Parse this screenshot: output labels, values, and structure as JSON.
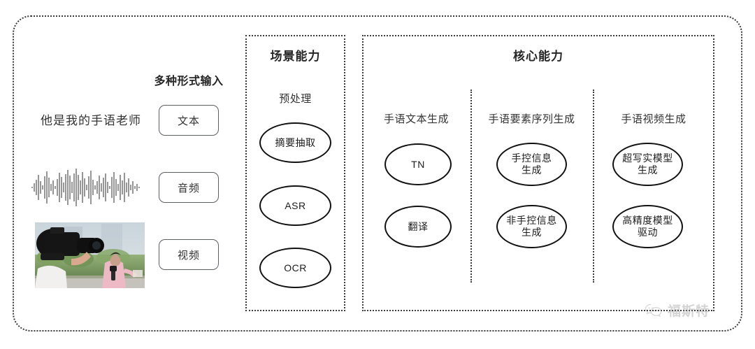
{
  "diagram": {
    "input_section": {
      "caption": "多种形式输入",
      "sample_text": "他是我的手语老师",
      "modalities": [
        {
          "label": "文本",
          "media": "text-sample"
        },
        {
          "label": "音频",
          "media": "audio-waveform"
        },
        {
          "label": "视频",
          "media": "video-thumbnail"
        }
      ]
    },
    "scene_panel": {
      "title": "场景能力",
      "subtitle": "预处理",
      "nodes": [
        "摘要抽取",
        "ASR",
        "OCR"
      ]
    },
    "core_panel": {
      "title": "核心能力",
      "columns": [
        {
          "header": "手语文本生成",
          "nodes": [
            {
              "line1": "TN",
              "line2": ""
            },
            {
              "line1": "翻译",
              "line2": ""
            }
          ]
        },
        {
          "header": "手语要素序列生成",
          "nodes": [
            {
              "line1": "手控信息",
              "line2": "生成"
            },
            {
              "line1": "非手控信息",
              "line2": "生成"
            }
          ]
        },
        {
          "header": "手语视频生成",
          "nodes": [
            {
              "line1": "超写实模型",
              "line2": "生成"
            },
            {
              "line1": "高精度模型",
              "line2": "驱动"
            }
          ]
        }
      ]
    },
    "watermark": {
      "icon": "wechat-icon",
      "text": "福斯特"
    },
    "colors": {
      "stroke": "#3a3a3a",
      "node_stroke": "#111111",
      "text": "#2b2b2b",
      "background": "#ffffff",
      "watermark": "#9a9a9a"
    }
  }
}
